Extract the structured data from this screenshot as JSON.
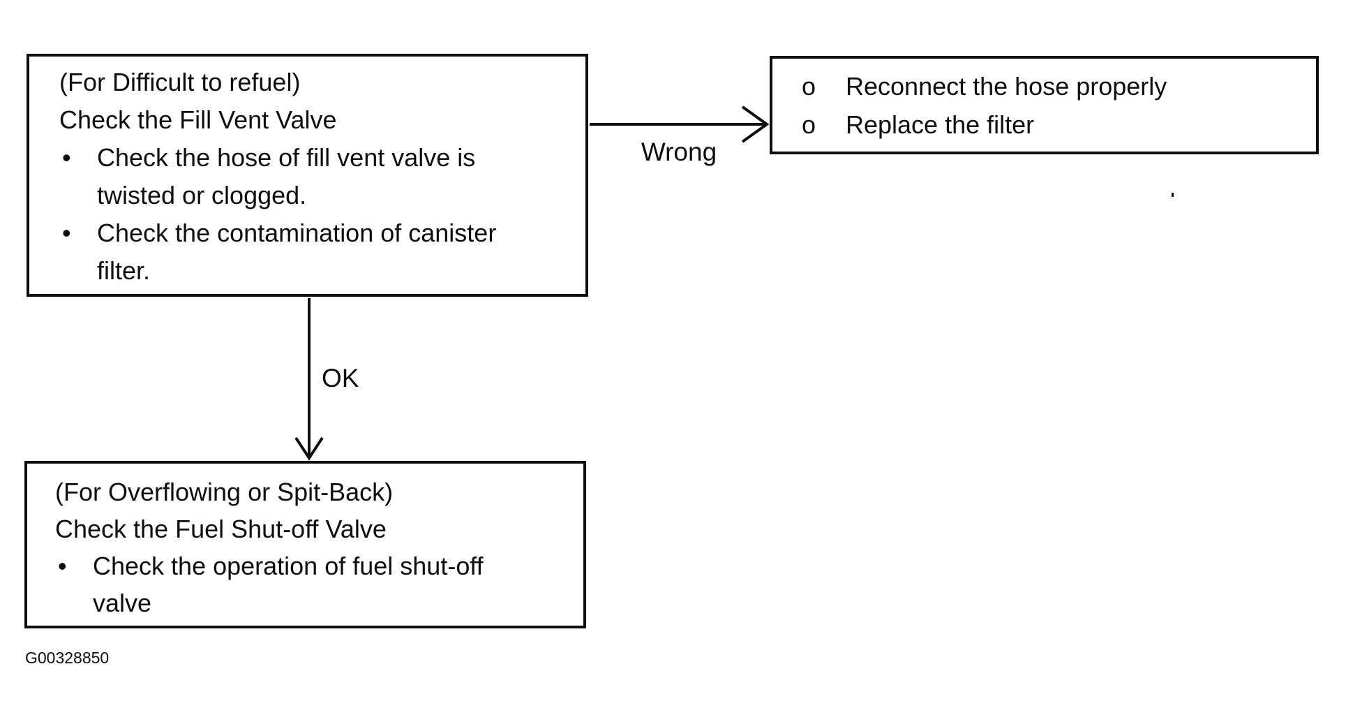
{
  "figure_id": "G00328850",
  "colors": {
    "ink": "#0e0e0e",
    "background": "#ffffff"
  },
  "labels": {
    "wrong": "Wrong",
    "ok": "OK"
  },
  "boxes": {
    "fill_vent": {
      "heading_lines": [
        "(For Difficult to refuel)",
        "Check the Fill Vent Valve"
      ],
      "bullet_glyph": "•",
      "bullets": [
        "Check the hose of fill vent valve is\ntwisted or clogged.",
        "Check the contamination of canister\nfilter."
      ]
    },
    "remedy": {
      "bullet_glyph": "o",
      "bullets": [
        "Reconnect the hose properly",
        "Replace the filter"
      ]
    },
    "fuel_shutoff": {
      "heading_lines": [
        "(For Overflowing or Spit-Back)",
        "Check the Fuel Shut-off Valve"
      ],
      "bullet_glyph": "•",
      "bullets": [
        "Check the operation of fuel shut-off\nvalve"
      ]
    }
  }
}
